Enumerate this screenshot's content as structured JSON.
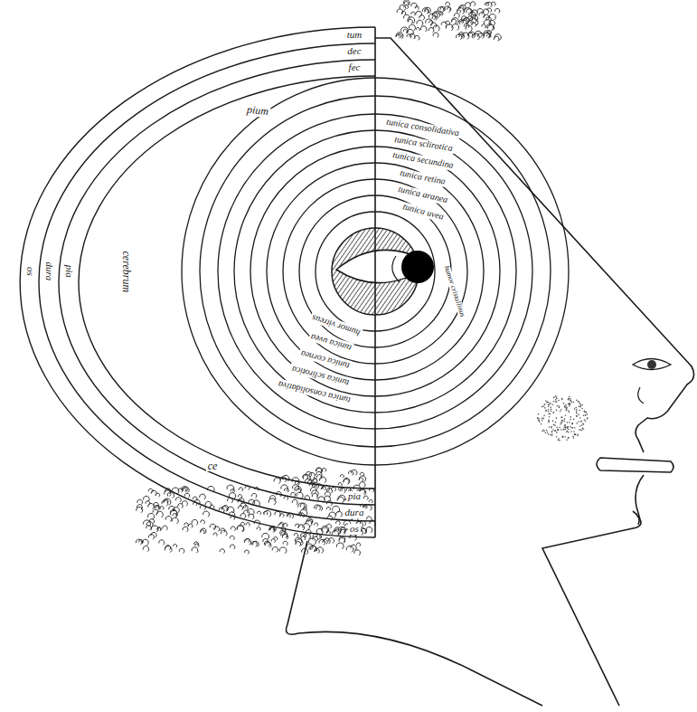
{
  "diagram": {
    "labels": [
      "tum",
      "dec",
      "fec",
      "pium",
      "tunica consolidativa",
      "tunica sclirotica",
      "tunica secundina",
      "tunica retina",
      "tunica aranea",
      "tunica uvea",
      "humor cristallinus",
      "humor vitreus",
      "tunica uvea",
      "tunica cornea",
      "tunica sclirotica",
      "tunica consolidativa",
      "ce",
      "pia",
      "dura",
      "os",
      "os",
      "dura",
      "pia",
      "cerebrum"
    ]
  }
}
